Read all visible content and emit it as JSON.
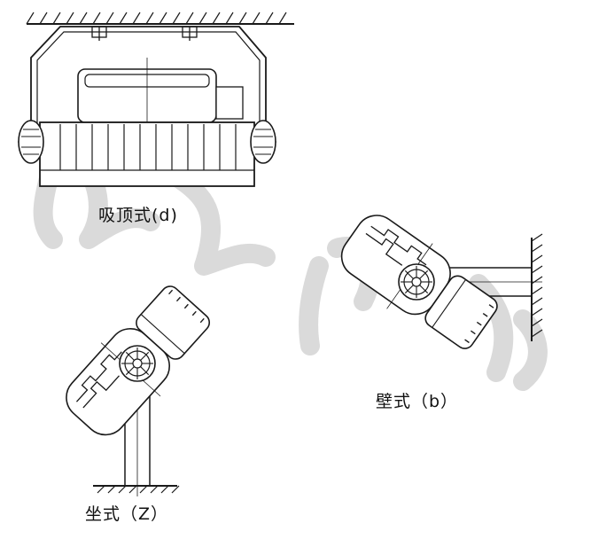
{
  "labels": {
    "ceiling": "吸顶式(d)",
    "wall": "壁式（b）",
    "seat": "坐式（Z）"
  },
  "colors": {
    "line": "#1a1a1a",
    "watermark": "#d6d6d6"
  }
}
